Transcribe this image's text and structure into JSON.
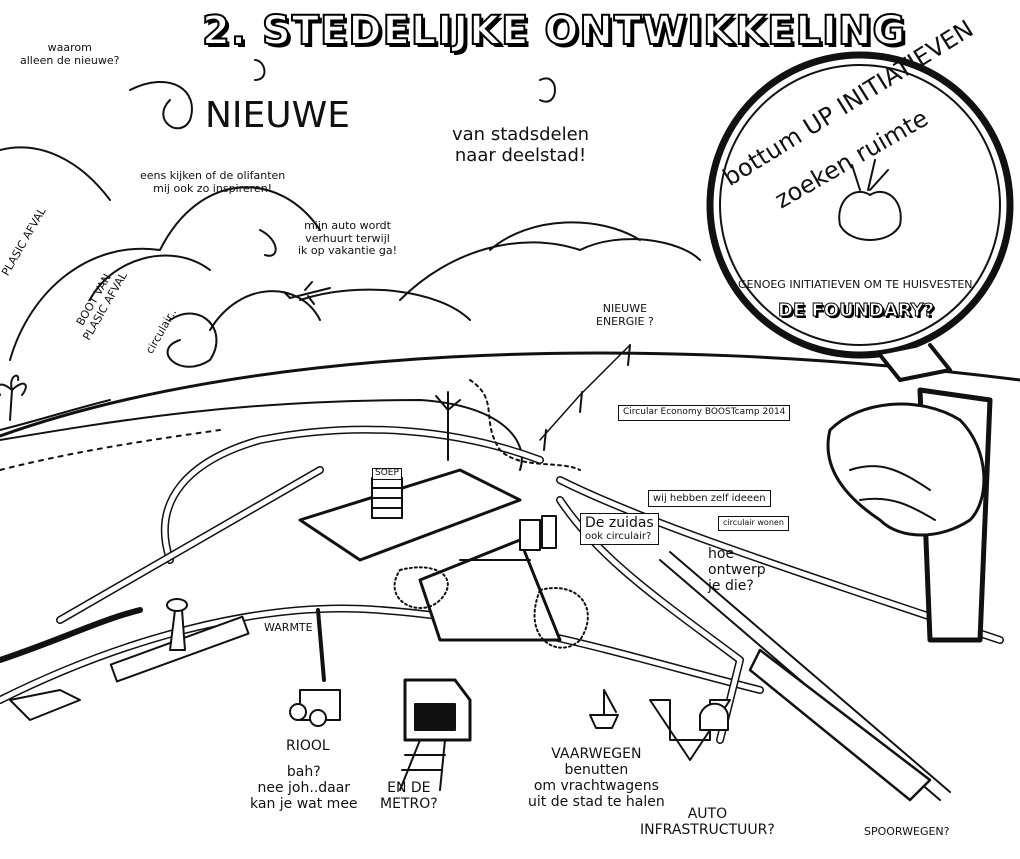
{
  "title": "2. STEDELIJKE ONTWIKKELING",
  "questions": {
    "why_new": "waarom\nalleen de nieuwe?",
    "nieuwe": "NIEUWE",
    "stadsdelen": "van stadsdelen\nnaar deelstad!",
    "olifanten": "eens kijken of de olifanten\nmij ook zo inspireren!",
    "auto_verhuurt": "mijn auto wordt\nverhuurt terwijl\nik op vakantie ga!",
    "plastic_afval": "PLASIC AFVAL",
    "boot_van": "BOOT VAN\nPLASIC AFVAL",
    "circulair": "circulair..",
    "nieuwe_energie": "NIEUWE\nENERGIE ?",
    "circular_sign": "Circular Economy\nBOOSTcamp 2014",
    "soep": "SOEP",
    "wij_hebben": "wij hebben\nzelf ideeen",
    "zuidas": "De zuidas",
    "zuidas_sub": "ook circulair?",
    "circulair_wonen": "circulair\nwonen",
    "hoe_ontwerp": "hoe\nontwerp\nje die?",
    "warmte": "WARMTE",
    "riool": "RIOOL",
    "bah": "bah?\nnee joh..daar\nkan je wat mee",
    "metro": "EN DE\nMETRO?",
    "vaarwegen": "VAARWEGEN\nbenutten\nom vrachtwagens\nuit de stad te halen",
    "auto_infra": "AUTO\nINFRASTRUCTUUR?",
    "spoorwegen": "SPOORWEGEN?"
  },
  "magnifier": {
    "bottom_up": "bottum UP INITIATIEVEN",
    "zoeken": "zoeken ruimte",
    "genoeg": "GENOEG INITIATIEVEN OM TE HUISVESTEN",
    "foundary": "DE FOUNDARY?"
  },
  "colors": {
    "ink": "#111111",
    "paper": "#ffffff"
  }
}
